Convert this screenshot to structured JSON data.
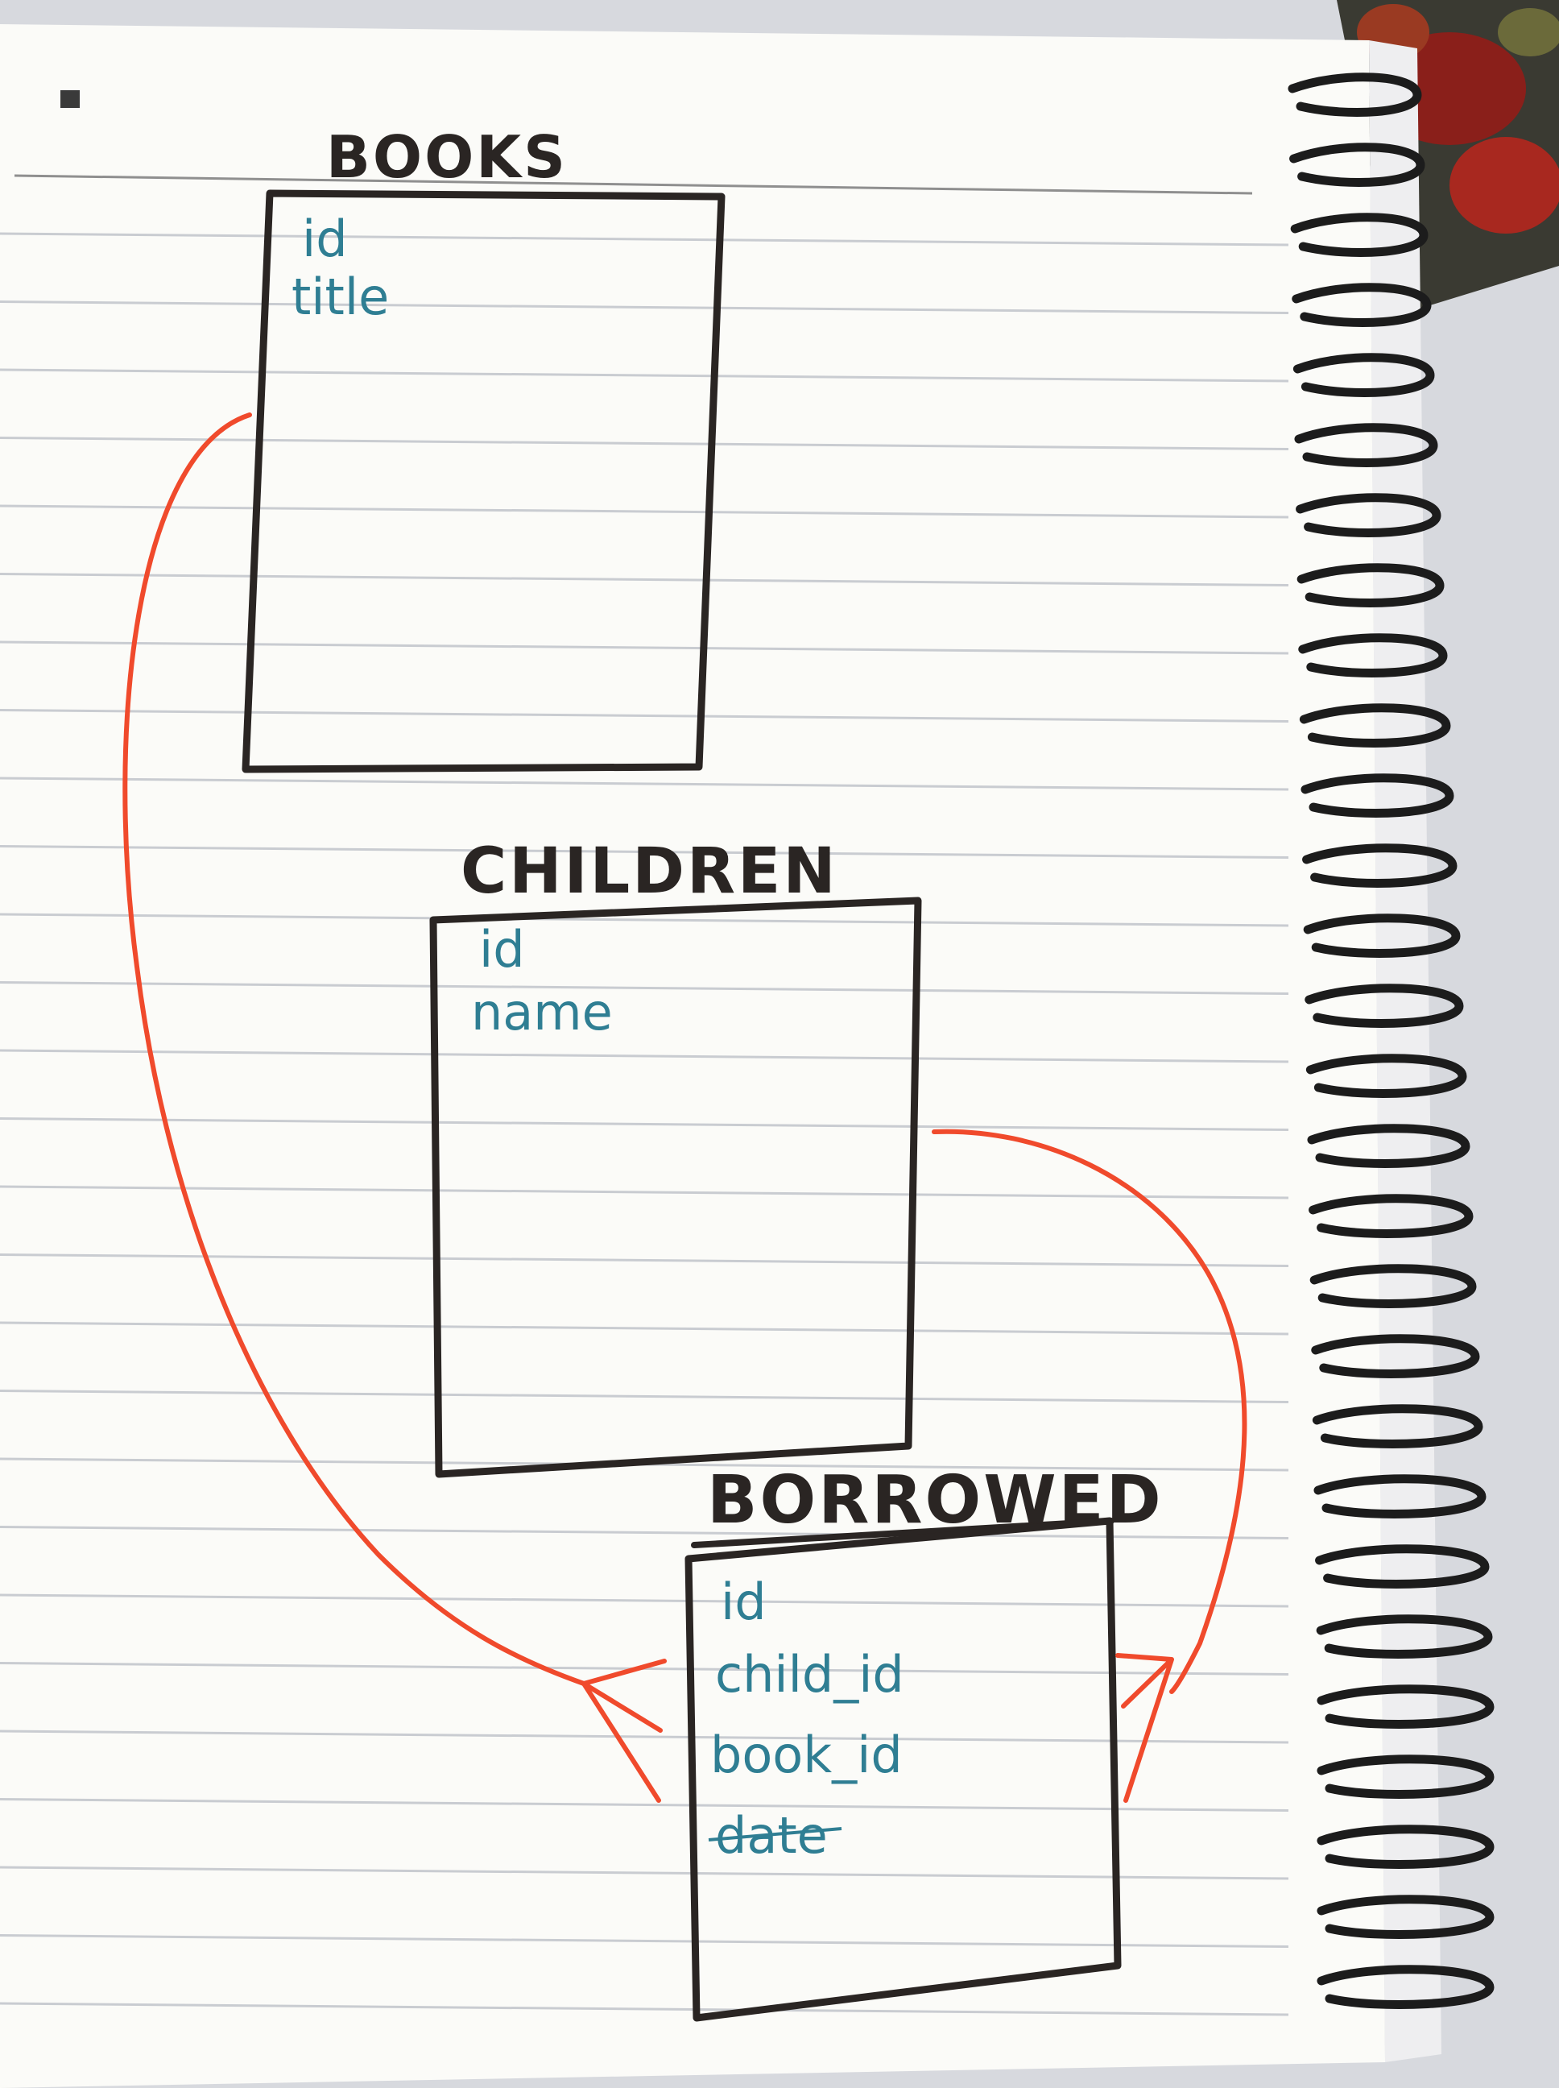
{
  "diagram": {
    "tables": [
      {
        "id": "books",
        "title": "BOOKS",
        "fields": [
          "id",
          "title"
        ]
      },
      {
        "id": "children",
        "title": "CHILDREN",
        "fields": [
          "id",
          "name"
        ]
      },
      {
        "id": "borrowed",
        "title": "BORROWED",
        "fields": [
          "id",
          "child_id",
          "book_id",
          "date"
        ],
        "struck_fields": [
          "date"
        ]
      }
    ],
    "relationships": [
      {
        "from": "BOOKS",
        "to": "BORROWED",
        "to_field": "book_id",
        "cardinality": "crow's foot (many) at BORROWED"
      },
      {
        "from": "CHILDREN",
        "to": "BORROWED",
        "to_field": "child_id",
        "cardinality": "crow's foot (many) at BORROWED"
      }
    ],
    "colors": {
      "ink": "#2a2523",
      "field_ink": "#2f7e93",
      "relationship": "#f04a2c",
      "paper": "#fbfbf8",
      "rule_line": "#c9ccd1",
      "spiral": "#1c1c1c",
      "fabric": "#7a1f1a"
    }
  }
}
